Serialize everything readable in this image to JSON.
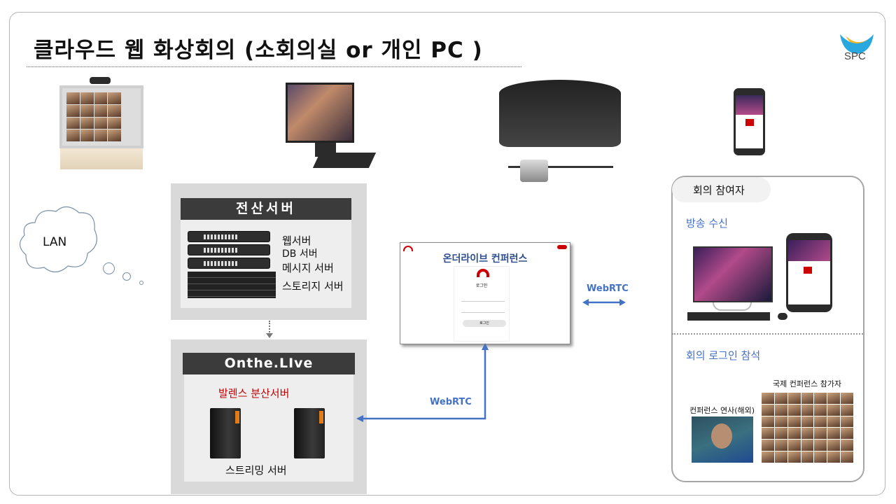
{
  "title": "클라우드 웹 화상회의 (소회의실 or 개인 PC )",
  "logo": {
    "text": "SPC",
    "colors": {
      "blue": "#29a8e0",
      "yellow": "#f5b622"
    }
  },
  "lan": "LAN",
  "it_servers": {
    "header": "전산서버",
    "items": [
      "웹서버",
      "DB 서버",
      "메시지 서버",
      "스토리지 서버"
    ]
  },
  "onthelive": {
    "header": "Onthe.LIve",
    "balance": "발렌스 분산서버",
    "streaming": "스트리밍 서버"
  },
  "login_screen": {
    "title": "온더라이브 컨퍼런스",
    "login": "로그인",
    "button": "로그인"
  },
  "webrtc_bottom": "WebRTC",
  "webrtc_right": "WebRTC",
  "participants": {
    "pill": "회의 참여자",
    "broadcast": "방송 수신",
    "login_attend": "회의 로그인 참석",
    "intl": "국제 컨퍼런스 참가자",
    "speaker": "컨퍼런스 연사(해외)"
  },
  "colors": {
    "accent": "#4472c4",
    "red": "#c00000",
    "dark": "#3b3b3b"
  }
}
